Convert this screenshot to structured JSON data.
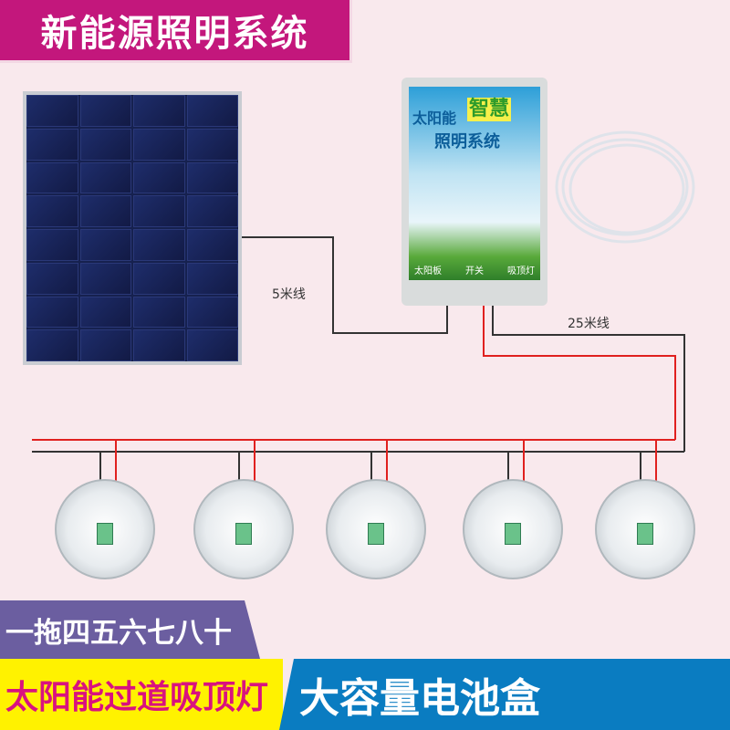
{
  "title": "新能源照明系统",
  "controller": {
    "brand_line1": "太阳能",
    "brand_highlight": "智慧",
    "brand_line2": "照明系统",
    "labels": [
      "太阳板",
      "开关",
      "吸顶灯"
    ]
  },
  "wire_labels": {
    "panel_wire": "5米线",
    "lamp_wire": "25米线"
  },
  "banners": {
    "count": "一拖四五六七八十",
    "product": "太阳能过道吸顶灯",
    "battery": "大容量电池盒"
  },
  "colors": {
    "title_bg": "#c3177c",
    "count_bg": "#6b5ea0",
    "product_bg": "#fff200",
    "product_text": "#d9127f",
    "battery_bg": "#0a7cc1",
    "wire_positive": "#e0201f",
    "wire_negative": "#333333"
  }
}
